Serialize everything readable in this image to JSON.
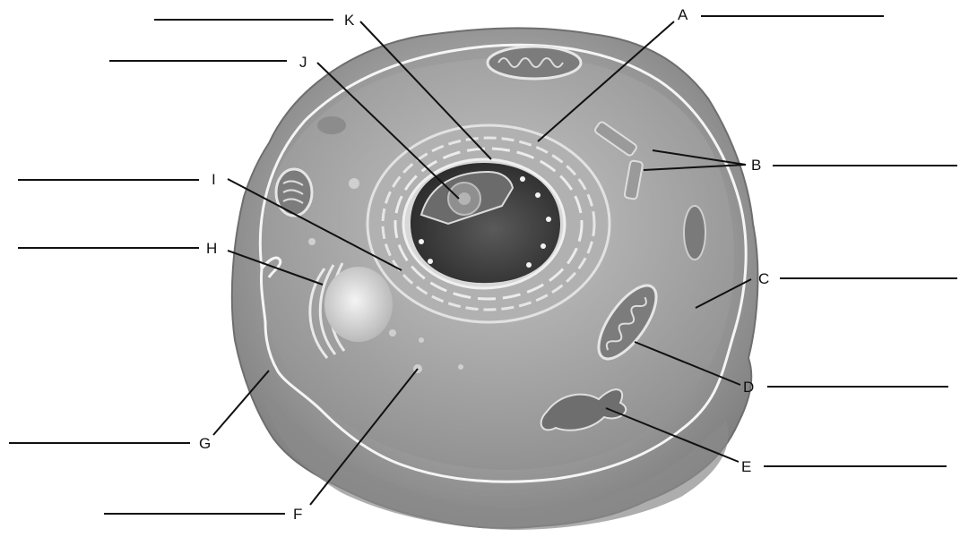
{
  "labels": {
    "a": "A",
    "b": "B",
    "c": "C",
    "d": "D",
    "e": "E",
    "f": "F",
    "g": "G",
    "h": "H",
    "i": "I",
    "j": "J",
    "k": "K"
  },
  "answers": {
    "a": "",
    "b": "",
    "c": "",
    "d": "",
    "e": "",
    "f": "",
    "g": "",
    "h": "",
    "i": "",
    "j": "",
    "k": ""
  },
  "colors": {
    "cell_fill": "#8c8c8c",
    "cytoplasm": "#a3a3a3",
    "membrane": "#f2f2f2",
    "nucleus": "#3a3a3a",
    "leader": "#111111"
  }
}
